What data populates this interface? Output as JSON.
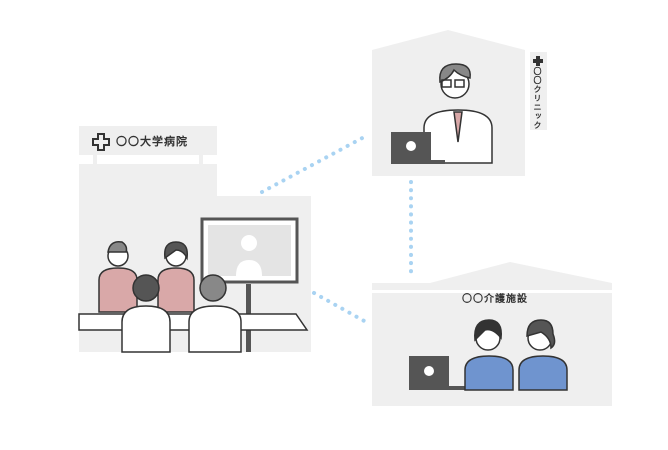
{
  "hospital": {
    "name": "〇〇大学病院",
    "icon": "medical-cross-icon"
  },
  "clinic": {
    "name": "〇〇クリニック",
    "icon": "medical-cross-icon"
  },
  "care_facility": {
    "name": "〇〇介護施設"
  },
  "colors": {
    "building": "#efefef",
    "connection": "#a9d3f2",
    "nurse_uniform": "#d9a8a8",
    "care_staff": "#6f94cf",
    "outline": "#333333"
  }
}
